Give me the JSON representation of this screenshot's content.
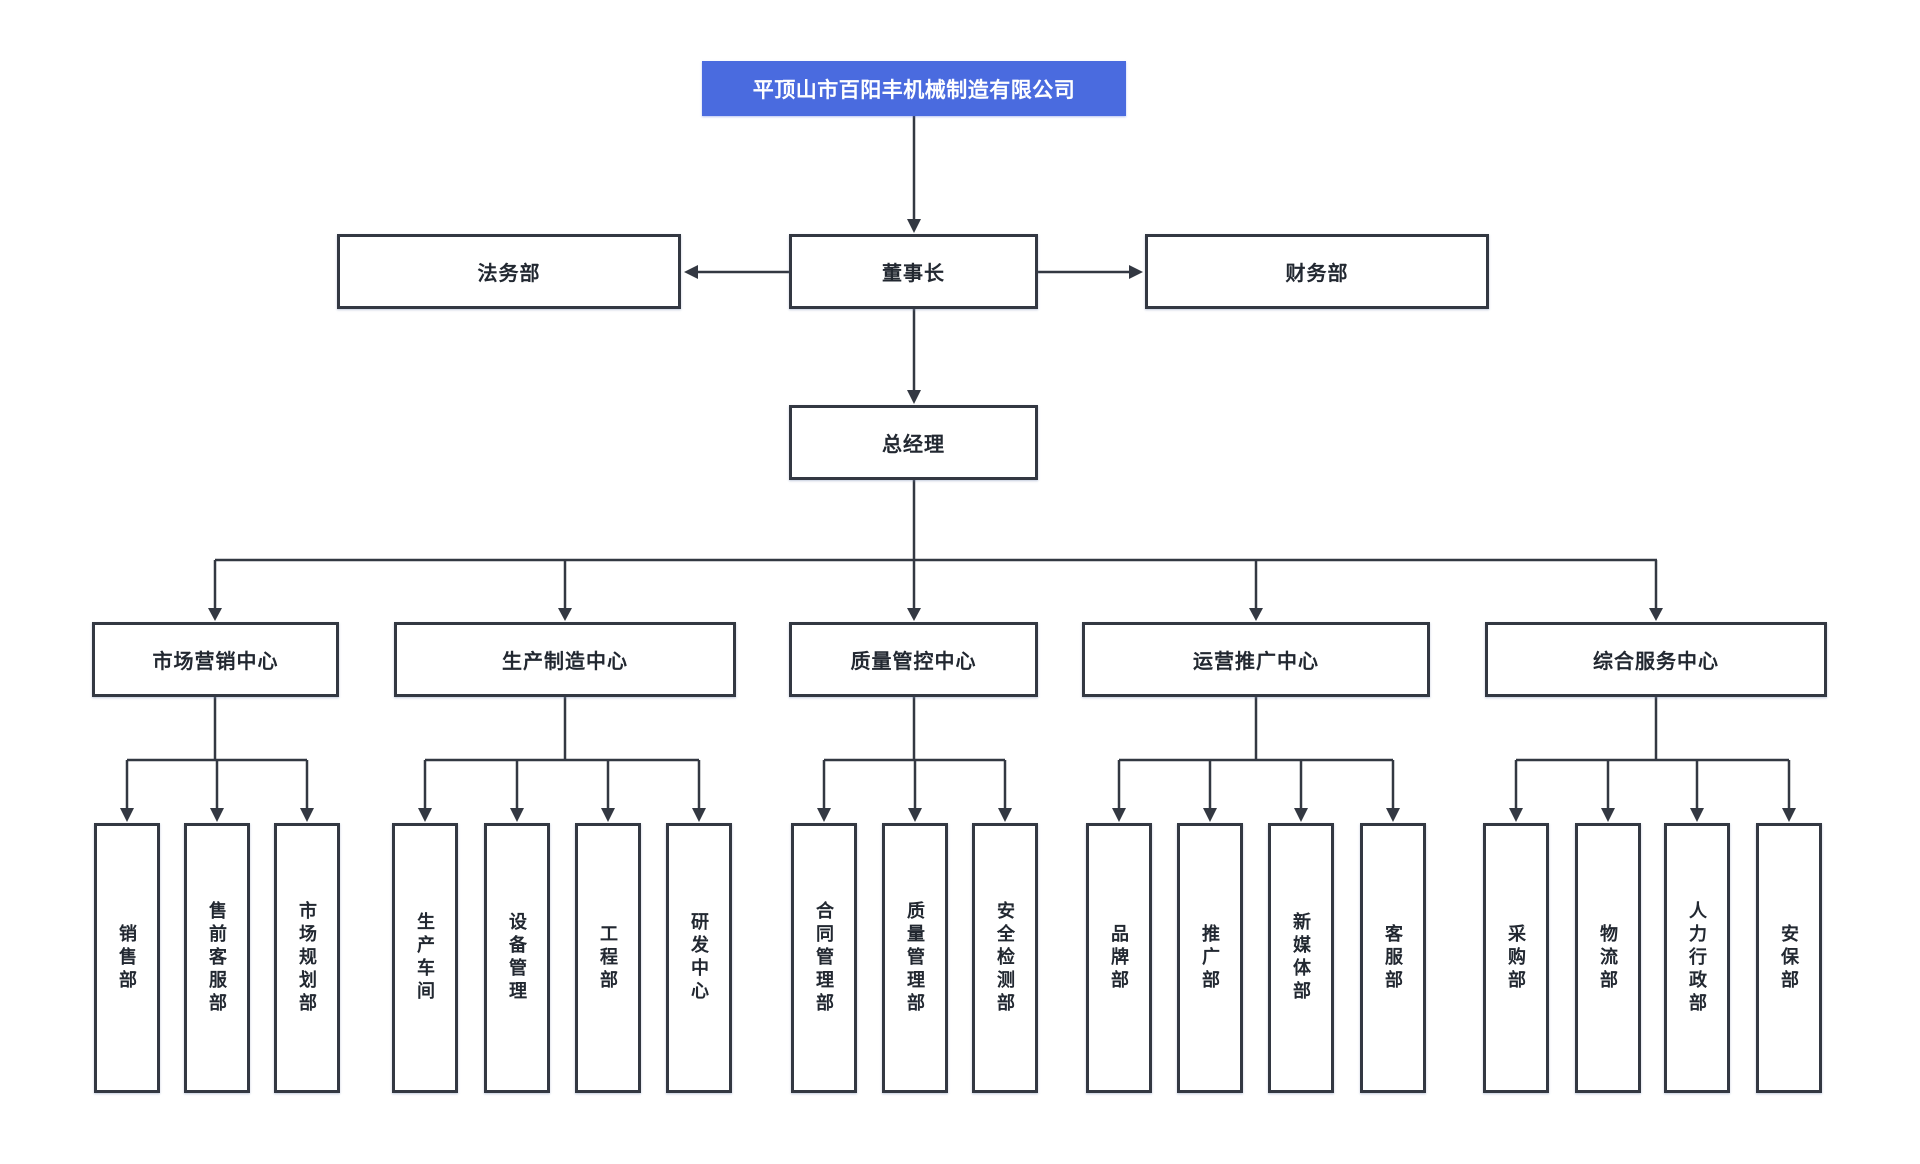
{
  "org_chart": {
    "company": {
      "label": "平顶山市百阳丰机械制造有限公司"
    },
    "legal": {
      "label": "法务部"
    },
    "chairman": {
      "label": "董事长"
    },
    "finance": {
      "label": "财务部"
    },
    "general_manager": {
      "label": "总经理"
    },
    "centers": [
      {
        "label": "市场营销中心",
        "departments": [
          {
            "label": "销售部"
          },
          {
            "label": "售前客服部"
          },
          {
            "label": "市场规划部"
          }
        ]
      },
      {
        "label": "生产制造中心",
        "departments": [
          {
            "label": "生产车间"
          },
          {
            "label": "设备管理"
          },
          {
            "label": "工程部"
          },
          {
            "label": "研发中心"
          }
        ]
      },
      {
        "label": "质量管控中心",
        "departments": [
          {
            "label": "合同管理部"
          },
          {
            "label": "质量管理部"
          },
          {
            "label": "安全检测部"
          }
        ]
      },
      {
        "label": "运营推广中心",
        "departments": [
          {
            "label": "品牌部"
          },
          {
            "label": "推广部"
          },
          {
            "label": "新媒体部"
          },
          {
            "label": "客服部"
          }
        ]
      },
      {
        "label": "综合服务中心",
        "departments": [
          {
            "label": "采购部"
          },
          {
            "label": "物流部"
          },
          {
            "label": "人力行政部"
          },
          {
            "label": "安保部"
          }
        ]
      }
    ],
    "colors": {
      "company_bg": "#4a6bdf",
      "company_text": "#ffffff",
      "node_bg": "#ffffff",
      "node_border": "#333842",
      "node_text": "#222831",
      "connector_line": "#333842"
    }
  }
}
